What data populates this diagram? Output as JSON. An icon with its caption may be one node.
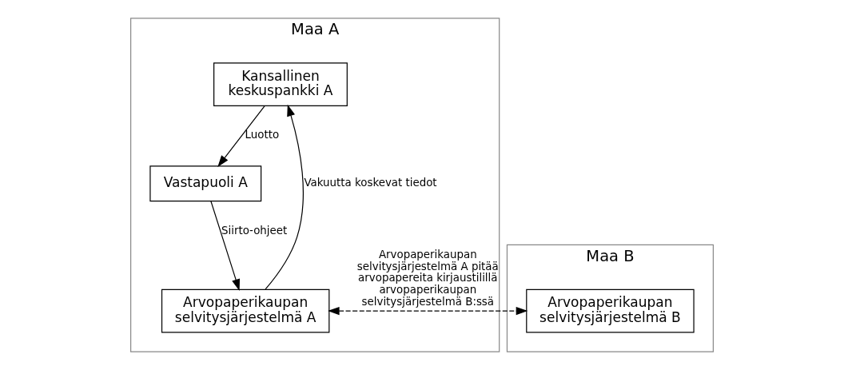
{
  "diagram": {
    "nodes": [
      {
        "text": [
          "Maa A"
        ]
      },
      {
        "text": [
          "Maa B"
        ]
      },
      {
        "text": [
          "Kansallinen keskuspankki A"
        ],
        "in": 0
      },
      {
        "text": [
          "Arvopaperikaupan selvitysjärjestelmä A"
        ],
        "in": 0
      },
      {
        "text": [
          "Vastapuoli A"
        ],
        "in": 0
      },
      {
        "text": [
          "Arvopaperikaupan selvitysjärjestelmä B"
        ],
        "in": 1
      }
    ],
    "edges": [
      {
        "from": 2,
        "to": 4,
        "arrow": "to",
        "label": "Luotto"
      },
      {
        "from": 3,
        "to": 2,
        "arrow": "to",
        "label": "Vakuutta koskevat tiedot"
      },
      {
        "from": 4,
        "to": 3,
        "arrow": "to",
        "label": "Siirto-ohjeet"
      },
      {
        "from": 3,
        "to": 5,
        "arrow": "both",
        "style": "dashed",
        "label": "Arvopaperikaupan selvitysjärjestelmä A pitää arvopapereita kirjaustilillä arvopaperikaupan selvitysjärjestelmä B:ssä"
      }
    ]
  }
}
